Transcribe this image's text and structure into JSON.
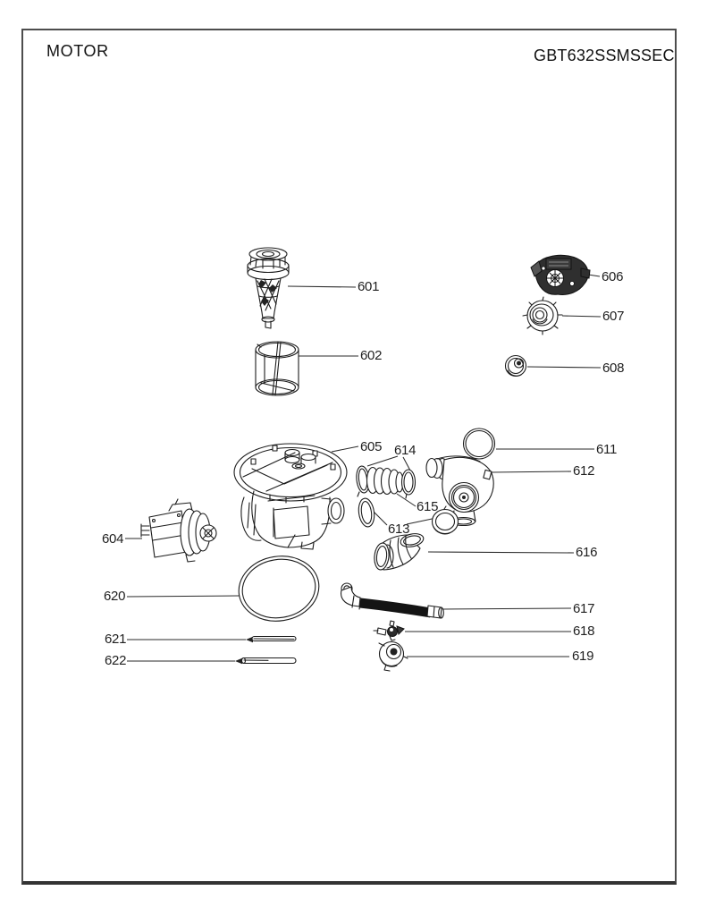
{
  "header": {
    "title": "MOTOR",
    "model": "GBT632SSMSSEC"
  },
  "diagram": {
    "description": "Exploded parts diagram of dishwasher motor and sump assembly",
    "part_labels": {
      "p601": "601",
      "p602": "602",
      "p604": "604",
      "p605": "605",
      "p606": "606",
      "p607": "607",
      "p608": "608",
      "p611": "611",
      "p612": "612",
      "p613": "613",
      "p614": "614",
      "p615": "615",
      "p616": "616",
      "p617": "617",
      "p618": "618",
      "p619": "619",
      "p620": "620",
      "p621": "621",
      "p622": "622"
    }
  },
  "colors": {
    "ink": "#1c1c1c",
    "frame_border": "#4d4d4d",
    "frame_border_bottom": "#333333",
    "page_background": "#ffffff"
  }
}
